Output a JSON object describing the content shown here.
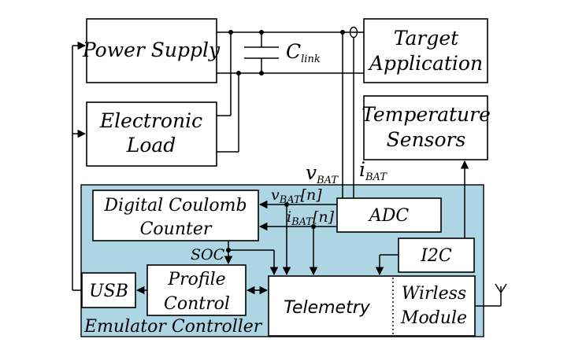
{
  "blocks": {
    "power_supply": "Power Supply",
    "electronic_load": [
      "Electronic",
      "Load"
    ],
    "capacitor": {
      "main": "C",
      "sub": "link"
    },
    "target_application": [
      "Target",
      "Application"
    ],
    "temperature_sensors": [
      "Temperature",
      "Sensors"
    ],
    "digital_coulomb_counter": [
      "Digital Coulomb",
      "Counter"
    ],
    "adc": "ADC",
    "i2c": "I2C",
    "usb": "USB",
    "profile_control": [
      "Profile",
      "Control"
    ],
    "telemetry": "Telemetry",
    "wireless_module": [
      "Wirless",
      "Module"
    ],
    "emulator_controller": "Emulator Controller"
  },
  "signals": {
    "v_bat": {
      "main": "v",
      "sub": "BAT"
    },
    "i_bat": {
      "main": "i",
      "sub": "BAT"
    },
    "v_bat_n": {
      "main": "v",
      "sub": "BAT",
      "suffix": "[n]"
    },
    "i_bat_n": {
      "main": "i",
      "sub": "BAT",
      "suffix": "[n]"
    },
    "soc": "SOC"
  }
}
